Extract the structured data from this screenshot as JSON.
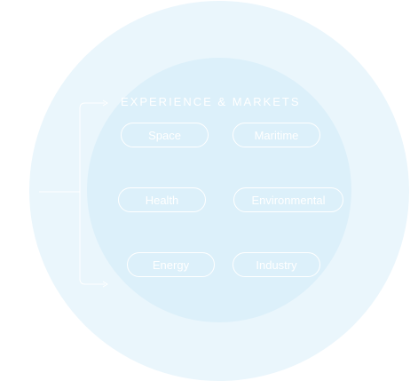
{
  "diagram": {
    "heading": "EXPERIENCE & MARKETS",
    "markets": [
      {
        "label": "Space"
      },
      {
        "label": "Maritime"
      },
      {
        "label": "Health"
      },
      {
        "label": "Environmental"
      },
      {
        "label": "Energy"
      },
      {
        "label": "Industry"
      }
    ]
  },
  "colors": {
    "outer_circle": "#eaf6fc",
    "inner_circle": "#dcf0fa",
    "text": "#ffffff"
  }
}
